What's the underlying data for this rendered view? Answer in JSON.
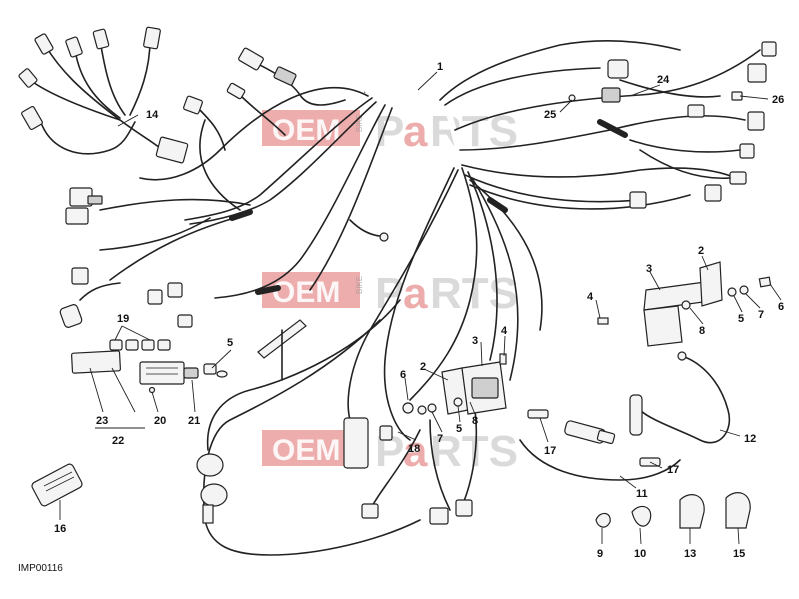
{
  "diagram": {
    "image_code": "IMP00116",
    "callouts": [
      {
        "id": "c1",
        "label": "1"
      },
      {
        "id": "c2a",
        "label": "2"
      },
      {
        "id": "c2b",
        "label": "2"
      },
      {
        "id": "c3a",
        "label": "3"
      },
      {
        "id": "c3b",
        "label": "3"
      },
      {
        "id": "c4a",
        "label": "4"
      },
      {
        "id": "c4b",
        "label": "4"
      },
      {
        "id": "c5a",
        "label": "5"
      },
      {
        "id": "c5b",
        "label": "5"
      },
      {
        "id": "c5c",
        "label": "5"
      },
      {
        "id": "c6a",
        "label": "6"
      },
      {
        "id": "c6b",
        "label": "6"
      },
      {
        "id": "c7a",
        "label": "7"
      },
      {
        "id": "c7b",
        "label": "7"
      },
      {
        "id": "c8a",
        "label": "8"
      },
      {
        "id": "c8b",
        "label": "8"
      },
      {
        "id": "c9",
        "label": "9"
      },
      {
        "id": "c10",
        "label": "10"
      },
      {
        "id": "c11",
        "label": "11"
      },
      {
        "id": "c12",
        "label": "12"
      },
      {
        "id": "c13",
        "label": "13"
      },
      {
        "id": "c14",
        "label": "14"
      },
      {
        "id": "c15",
        "label": "15"
      },
      {
        "id": "c16",
        "label": "16"
      },
      {
        "id": "c17a",
        "label": "17"
      },
      {
        "id": "c17b",
        "label": "17"
      },
      {
        "id": "c18",
        "label": "18"
      },
      {
        "id": "c19",
        "label": "19"
      },
      {
        "id": "c20",
        "label": "20"
      },
      {
        "id": "c21",
        "label": "21"
      },
      {
        "id": "c22",
        "label": "22"
      },
      {
        "id": "c23",
        "label": "23"
      },
      {
        "id": "c24",
        "label": "24"
      },
      {
        "id": "c25",
        "label": "25"
      },
      {
        "id": "c26",
        "label": "26"
      }
    ]
  },
  "watermark": {
    "oem": "OEM",
    "bike": "BIKE",
    "parts_p": "P",
    "parts_a": "a",
    "parts_rest": "RTS"
  },
  "colors": {
    "watermark_red": "#e06a6a",
    "watermark_gray": "#bdbdbd",
    "line": "#222222"
  }
}
